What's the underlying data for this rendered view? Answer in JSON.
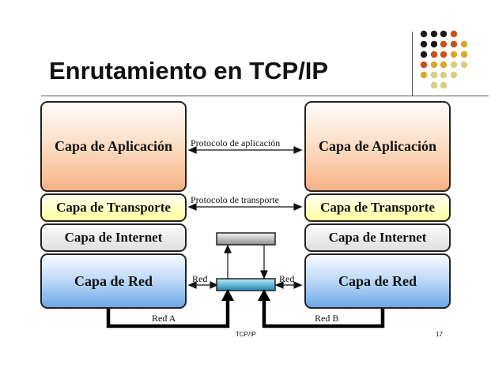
{
  "slide": {
    "title": "Enrutamiento en TCP/IP",
    "footer_center": "TCP/IP",
    "page_number": "17"
  },
  "left_stack": {
    "application": "Capa de Aplicación",
    "transport": "Capa de Transporte",
    "internet": "Capa de Internet",
    "network": "Capa de Red"
  },
  "right_stack": {
    "application": "Capa de Aplicación",
    "transport": "Capa de Transporte",
    "internet": "Capa de Internet",
    "network": "Capa de Red"
  },
  "links": {
    "application_protocol": "Protocolo de aplicación",
    "transport_protocol": "Protocolo de transporte",
    "red_left": "Red",
    "red_right": "Red",
    "network_a": "Red A",
    "network_b": "Red B"
  },
  "colors": {
    "dot_dark": "#1a1a1a",
    "dot_orange": "#c9501d",
    "dot_gold": "#d9a82a",
    "dot_khaki": "#d6cf7f",
    "router_internet": "#9a9a9a",
    "router_network": "#1b88b8"
  }
}
